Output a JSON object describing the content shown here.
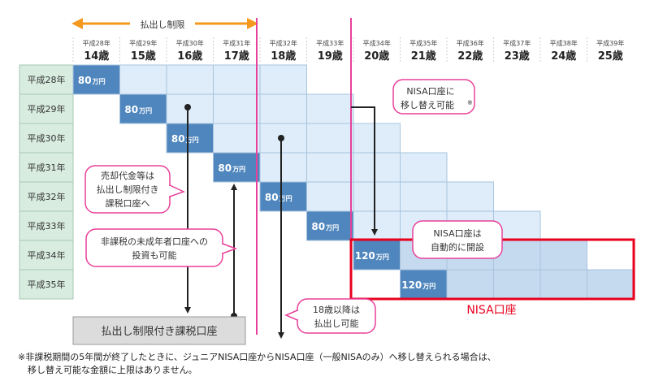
{
  "header": {
    "restriction_label": "払出し制限"
  },
  "columns": [
    {
      "year": "平成28年",
      "age": "14歳"
    },
    {
      "year": "平成29年",
      "age": "15歳"
    },
    {
      "year": "平成30年",
      "age": "16歳"
    },
    {
      "year": "平成31年",
      "age": "17歳"
    },
    {
      "year": "平成32年",
      "age": "18歳"
    },
    {
      "year": "平成33年",
      "age": "19歳"
    },
    {
      "year": "平成34年",
      "age": "20歳"
    },
    {
      "year": "平成35年",
      "age": "21歳"
    },
    {
      "year": "平成36年",
      "age": "22歳"
    },
    {
      "year": "平成37年",
      "age": "23歳"
    },
    {
      "year": "平成38年",
      "age": "24歳"
    },
    {
      "year": "平成39年",
      "age": "25歳"
    }
  ],
  "rows": [
    {
      "label": "平成28年",
      "amount": "80",
      "unit": "万円"
    },
    {
      "label": "平成29年",
      "amount": "80",
      "unit": "万円"
    },
    {
      "label": "平成30年",
      "amount": "80",
      "unit": "万円"
    },
    {
      "label": "平成31年",
      "amount": "80",
      "unit": "万円"
    },
    {
      "label": "平成32年",
      "amount": "80",
      "unit": "万円"
    },
    {
      "label": "平成33年",
      "amount": "80",
      "unit": "万円"
    },
    {
      "label": "平成34年",
      "amount": "120",
      "unit": "万円"
    },
    {
      "label": "平成35年",
      "amount": "120",
      "unit": "万円"
    }
  ],
  "callouts": {
    "nisa_transfer_line1": "NISA口座に",
    "nisa_transfer_line2": "移し替え可能",
    "nisa_transfer_mark": "※",
    "sale_line1": "売却代金等は",
    "sale_line2": "払出し制限付き",
    "sale_line3": "課税口座へ",
    "invest_line1": "非課税の未成年者口座への",
    "invest_line2": "投資も可能",
    "auto_open_line1": "NISA口座は",
    "auto_open_line2": "自動的に開設",
    "withdraw_line1": "18歳以降は",
    "withdraw_line2": "払出し可能"
  },
  "taxable_account": "払出し制限付き課税口座",
  "nisa_label": "NISA口座",
  "footnote_line1": "※非課税期間の5年間が終了したときに、ジュニアNISA口座からNISA口座（一般NISAのみ）へ移し替えられる場合は、",
  "footnote_line2": "移し替え可能な金額に上限はありません。",
  "colors": {
    "amount_cell": "#4f86bd",
    "junior_cell": "#deedf9",
    "nisa_cell": "#c5d9ef",
    "row_label_bg": "#d8ece0",
    "pink_line": "#e8409a",
    "orange": "#f39a1e",
    "red_frame": "#e8001c",
    "callout_border": "#e8409a"
  }
}
